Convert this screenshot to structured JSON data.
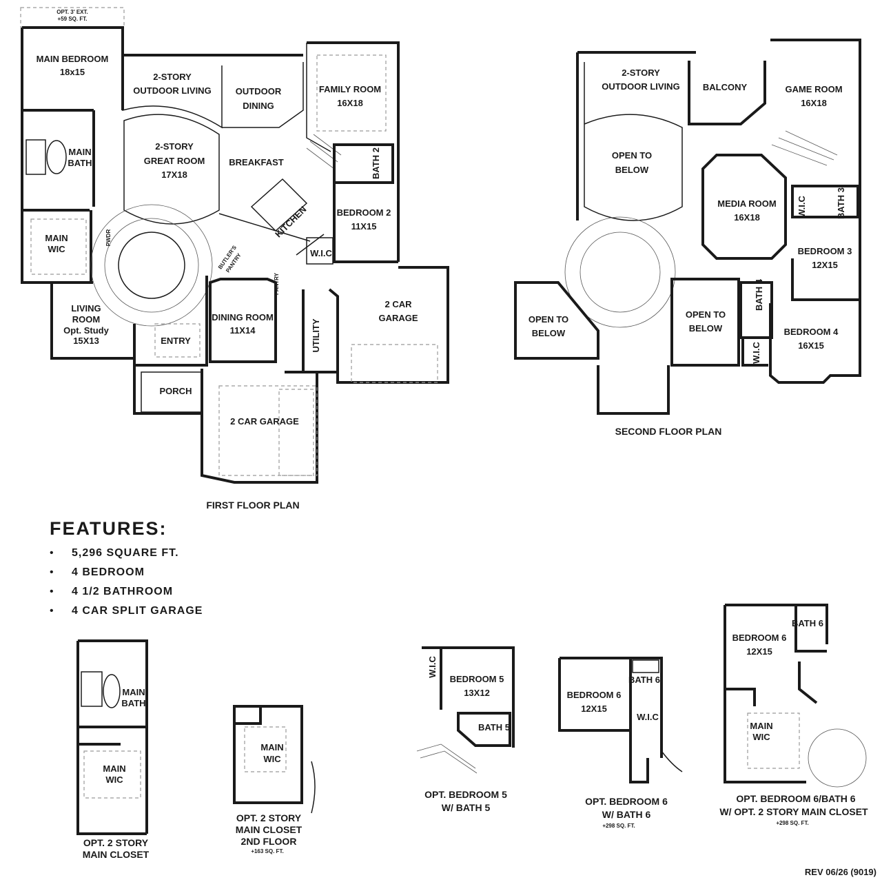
{
  "first_floor": {
    "caption": "FIRST FLOOR PLAN",
    "ext_note": [
      "OPT. 3' EXT.",
      "+59 SQ. FT."
    ],
    "rooms": {
      "main_bedroom": [
        "MAIN BEDROOM",
        "18x15"
      ],
      "outdoor_living": [
        "2-STORY",
        "OUTDOOR LIVING"
      ],
      "outdoor_dining": [
        "OUTDOOR",
        "DINING"
      ],
      "family_room": [
        "FAMILY ROOM",
        "16X18"
      ],
      "main_bath": [
        "MAIN",
        "BATH"
      ],
      "great_room": [
        "2-STORY",
        "GREAT ROOM",
        "17X18"
      ],
      "breakfast": "BREAKFAST",
      "bath2": "BATH 2",
      "main_wic": [
        "MAIN",
        "WIC"
      ],
      "pwdr": "PWDR",
      "kitchen": "KITCHEN",
      "bedroom2": [
        "BEDROOM 2",
        "11X15"
      ],
      "butlers_pantry": [
        "BUTLER'S",
        "PANTRY"
      ],
      "pantry": "PANTRY",
      "wic": "W.I.C",
      "living_room": [
        "LIVING",
        "ROOM",
        "Opt. Study",
        "15X13"
      ],
      "dining_room": [
        "DINING ROOM",
        "11X14"
      ],
      "entry": "ENTRY",
      "utility": "UTILITY",
      "garage_right": [
        "2 CAR",
        "GARAGE"
      ],
      "porch": "PORCH",
      "garage_front": "2 CAR GARAGE"
    }
  },
  "second_floor": {
    "caption": "SECOND FLOOR PLAN",
    "rooms": {
      "outdoor_living": [
        "2-STORY",
        "OUTDOOR LIVING"
      ],
      "balcony": "BALCONY",
      "game_room": [
        "GAME ROOM",
        "16X18"
      ],
      "open_below_1": [
        "OPEN TO",
        "BELOW"
      ],
      "media_room": [
        "MEDIA ROOM",
        "16X18"
      ],
      "wic_top": "W.I.C",
      "bath3": "BATH 3",
      "bedroom3": [
        "BEDROOM 3",
        "12X15"
      ],
      "open_below_2": [
        "OPEN TO",
        "BELOW"
      ],
      "open_below_3": [
        "OPEN TO",
        "BELOW"
      ],
      "bath4": "BATH 4",
      "bedroom4": [
        "BEDROOM 4",
        "16X15"
      ],
      "wic_bottom": "W.I.C"
    }
  },
  "features": {
    "heading": "FEATURES:",
    "bullet": "•",
    "items": [
      "5,296 SQUARE FT.",
      "4 BEDROOM",
      "4 1/2 BATHROOM",
      "4 CAR SPLIT GARAGE"
    ]
  },
  "options": {
    "opt1": {
      "caption": [
        "OPT. 2 STORY",
        "MAIN CLOSET"
      ],
      "main_bath": [
        "MAIN",
        "BATH"
      ],
      "main_wic": [
        "MAIN",
        "WIC"
      ]
    },
    "opt2": {
      "caption": [
        "OPT. 2 STORY",
        "MAIN CLOSET",
        "2ND FLOOR"
      ],
      "note": "+163 SQ. FT.",
      "main_wic": [
        "MAIN",
        "WIC"
      ]
    },
    "opt3": {
      "caption": [
        "OPT. BEDROOM 5",
        "W/ BATH 5"
      ],
      "wic": "W.I.C",
      "bedroom": [
        "BEDROOM 5",
        "13X12"
      ],
      "bath": "BATH 5"
    },
    "opt4": {
      "caption": [
        "OPT. BEDROOM 6",
        "W/ BATH 6"
      ],
      "note": "+298 SQ. FT.",
      "bedroom": [
        "BEDROOM 6",
        "12X15"
      ],
      "bath": "BATH 6",
      "wic": "W.I.C"
    },
    "opt5": {
      "caption": [
        "OPT. BEDROOM 6/BATH 6",
        "W/ OPT. 2 STORY MAIN CLOSET"
      ],
      "note": "+298 SQ. FT.",
      "bedroom": [
        "BEDROOM 6",
        "12X15"
      ],
      "bath": "BATH 6",
      "main_wic": [
        "MAIN",
        "WIC"
      ]
    }
  },
  "revision": "REV 06/26 (9019)"
}
